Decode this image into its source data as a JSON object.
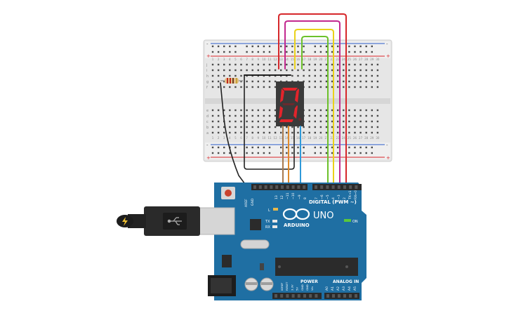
{
  "colors": {
    "board_blue": "#1f6fa3",
    "board_dark": "#174f78",
    "breadboard_body": "#e8e8e8",
    "rail_red": "#d9262a",
    "rail_blue": "#2a5bc9",
    "seg_body": "#3b3b3b",
    "seg_on": "#e3242b",
    "seg_off": "#6a2a2e",
    "wire_red": "#d6282b",
    "wire_magenta": "#c2298f",
    "wire_yellow": "#e9d21a",
    "wire_green": "#6cc12b",
    "wire_black": "#222222",
    "wire_brown": "#a87a4f",
    "wire_orange": "#e08a2a",
    "wire_blue": "#2f9ad9"
  },
  "board": {
    "brand": "ARDUINO",
    "model": "UNO",
    "digital_label": "DIGITAL (PWM ~)",
    "power_label": "POWER",
    "analog_label": "ANALOG IN",
    "on_label": "ON",
    "tx_label": "TX",
    "rx_label": "RX",
    "l_label": "L",
    "aref_label": "AREF",
    "gnd_label": "GND",
    "digital_pins": [
      "13",
      "12",
      "~11",
      "~10",
      "~9",
      "8",
      "7",
      "~6",
      "~5",
      "4",
      "~3",
      "2",
      "TX→1",
      "RX←0"
    ],
    "power_pins": [
      "IOREF",
      "RESET",
      "3.3V",
      "5V",
      "GND",
      "GND",
      "Vin"
    ],
    "analog_pins": [
      "A0",
      "A1",
      "A2",
      "A3",
      "A4",
      "A5"
    ]
  },
  "breadboard": {
    "row_letters_top": [
      "j",
      "i",
      "h",
      "g",
      "f"
    ],
    "row_letters_bottom": [
      "e",
      "d",
      "c",
      "b",
      "a"
    ],
    "column_numbers": [
      "1",
      "2",
      "3",
      "4",
      "5",
      "6",
      "7",
      "8",
      "9",
      "10",
      "11",
      "12",
      "13",
      "14",
      "15",
      "16",
      "17",
      "18",
      "19",
      "20",
      "21",
      "22",
      "23",
      "24",
      "25",
      "26",
      "27",
      "28",
      "29",
      "30"
    ],
    "rail_plus": "+",
    "rail_minus": "-"
  },
  "display": {
    "digit": "0",
    "lit_segments": [
      "a",
      "b",
      "c",
      "d",
      "e",
      "f"
    ]
  },
  "usb": {
    "icon": "usb-icon"
  },
  "power_plug": {
    "icon": "lightning-bolt-icon"
  }
}
